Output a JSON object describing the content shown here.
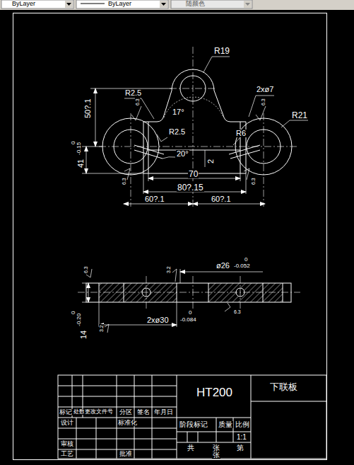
{
  "diagram": {
    "labels": [
      "ByLayer",
      "ByLayer",
      "随颜色",
      "R19",
      "R2.5",
      "2xø7",
      "50?.1",
      "6.3",
      "17°",
      "6.3",
      "R21",
      "R2.5",
      "R6",
      "0",
      "-0.15",
      "41",
      "20°",
      "2",
      "6.3",
      "6.3",
      "70",
      "80?.15",
      "60?.1",
      "60?.1",
      "ø26",
      "0",
      "-0.052",
      "3.2",
      "6.3",
      "6.3",
      "0",
      "-0.20",
      "14",
      "3.2",
      "2xø30",
      "0",
      "-0.084",
      "HT200",
      "下联板",
      "标记",
      "处数",
      "更改文件号",
      "分区",
      "签名",
      "年月日",
      "设计",
      "标准化",
      "阶段标记",
      "质量",
      "比例",
      "审核",
      "1:1",
      "工艺",
      "批准",
      "共",
      "张",
      "第",
      "张"
    ]
  }
}
